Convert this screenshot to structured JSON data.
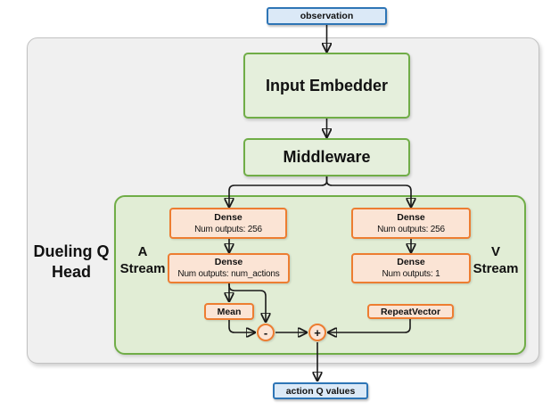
{
  "nodes": {
    "observation": "observation",
    "input_embedder": "Input Embedder",
    "middleware": "Middleware",
    "action_q_values": "action Q values"
  },
  "dueling_head": {
    "label_line1": "Dueling Q",
    "label_line2": "Head",
    "a_stream": {
      "label_line1": "A",
      "label_line2": "Stream",
      "dense1": {
        "title": "Dense",
        "subtitle": "Num outputs: 256"
      },
      "dense2": {
        "title": "Dense",
        "subtitle": "Num outputs: num_actions"
      },
      "mean": "Mean",
      "minus_op": "-"
    },
    "v_stream": {
      "label_line1": "V",
      "label_line2": "Stream",
      "dense1": {
        "title": "Dense",
        "subtitle": "Num outputs: 256"
      },
      "dense2": {
        "title": "Dense",
        "subtitle": "Num outputs: 1"
      },
      "repeat_vector": "RepeatVector",
      "plus_op": "+"
    }
  },
  "colors": {
    "blue_border": "#2e75b6",
    "blue_fill": "#dbe9f7",
    "green_border": "#70ad47",
    "green_box_fill": "#e5efdc",
    "green_container_fill": "#e1edd5",
    "orange_border": "#ed7d31",
    "orange_fill": "#fbe4d5",
    "gray_fill": "#f0f0f0",
    "gray_border": "#c2c2c2",
    "arrow": "#1a1a1a"
  }
}
